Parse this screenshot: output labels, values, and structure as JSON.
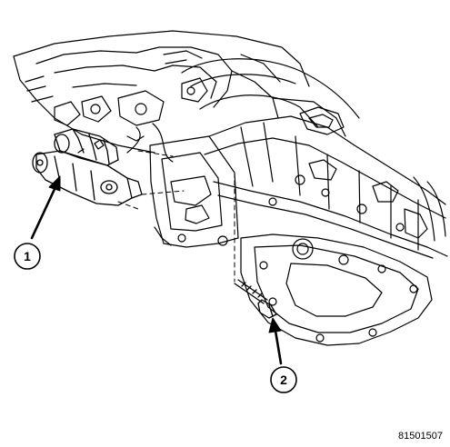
{
  "diagram": {
    "callouts": [
      {
        "number": "1",
        "part_icon": "starter-motor-icon"
      },
      {
        "number": "2",
        "part_icon": "bolt-icon"
      }
    ],
    "figure_id": "81501507",
    "colors": {
      "line": "#000000",
      "background": "#ffffff"
    }
  }
}
